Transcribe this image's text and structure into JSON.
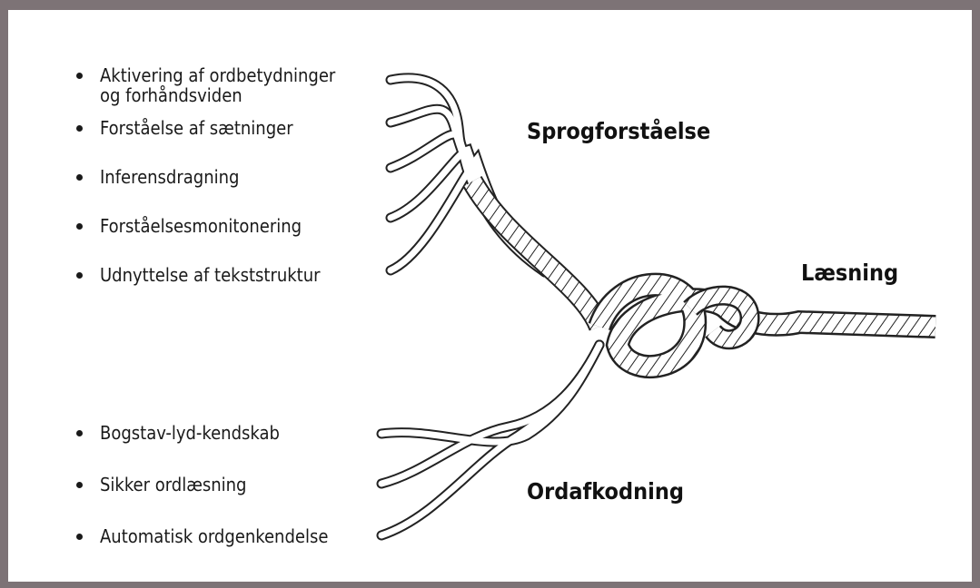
{
  "diagram": {
    "strands_top": [
      {
        "line1": "Aktivering af ordbetydninger",
        "line2": "og forhåndsviden"
      },
      {
        "line1": "Forståelse af sætninger"
      },
      {
        "line1": "Inferensdragning"
      },
      {
        "line1": "Forståelsesmonitonering"
      },
      {
        "line1": "Udnyttelse af tekststruktur"
      }
    ],
    "strands_bottom": [
      {
        "line1": "Bogstav-lyd-kendskab"
      },
      {
        "line1": "Sikker ordlæsning"
      },
      {
        "line1": "Automatisk ordgenkendelse"
      }
    ],
    "headings": {
      "top": "Sprogforståelse",
      "bottom": "Ordafkodning",
      "result": "Læsning"
    }
  }
}
